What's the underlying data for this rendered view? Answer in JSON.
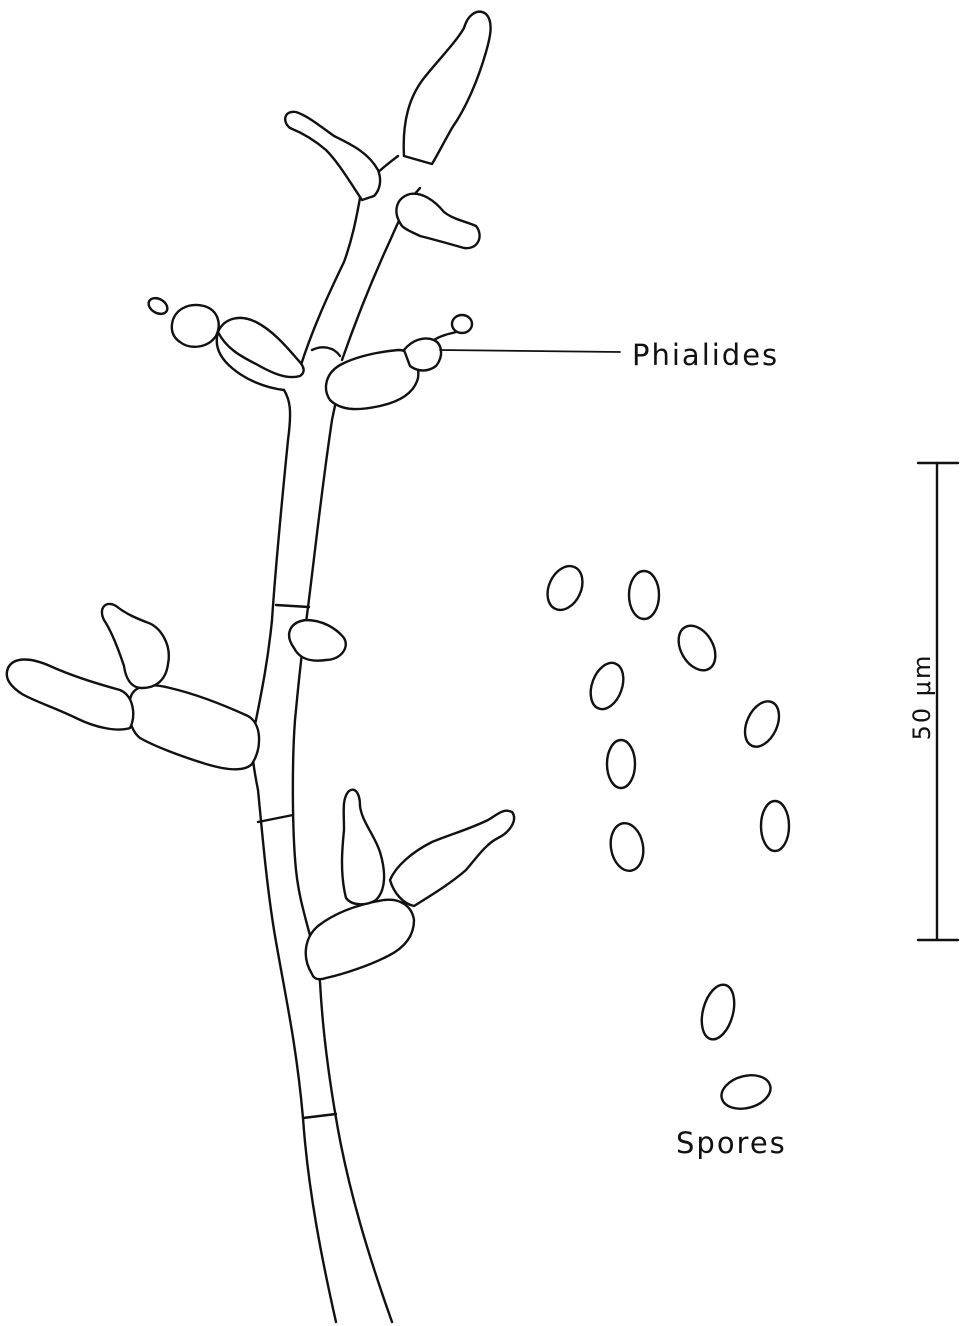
{
  "labels": {
    "phialides": "Phialides",
    "spores": "Spores",
    "scale_bar": "50 μm"
  },
  "colors": {
    "ink": "#111111",
    "paper": "#ffffff"
  }
}
